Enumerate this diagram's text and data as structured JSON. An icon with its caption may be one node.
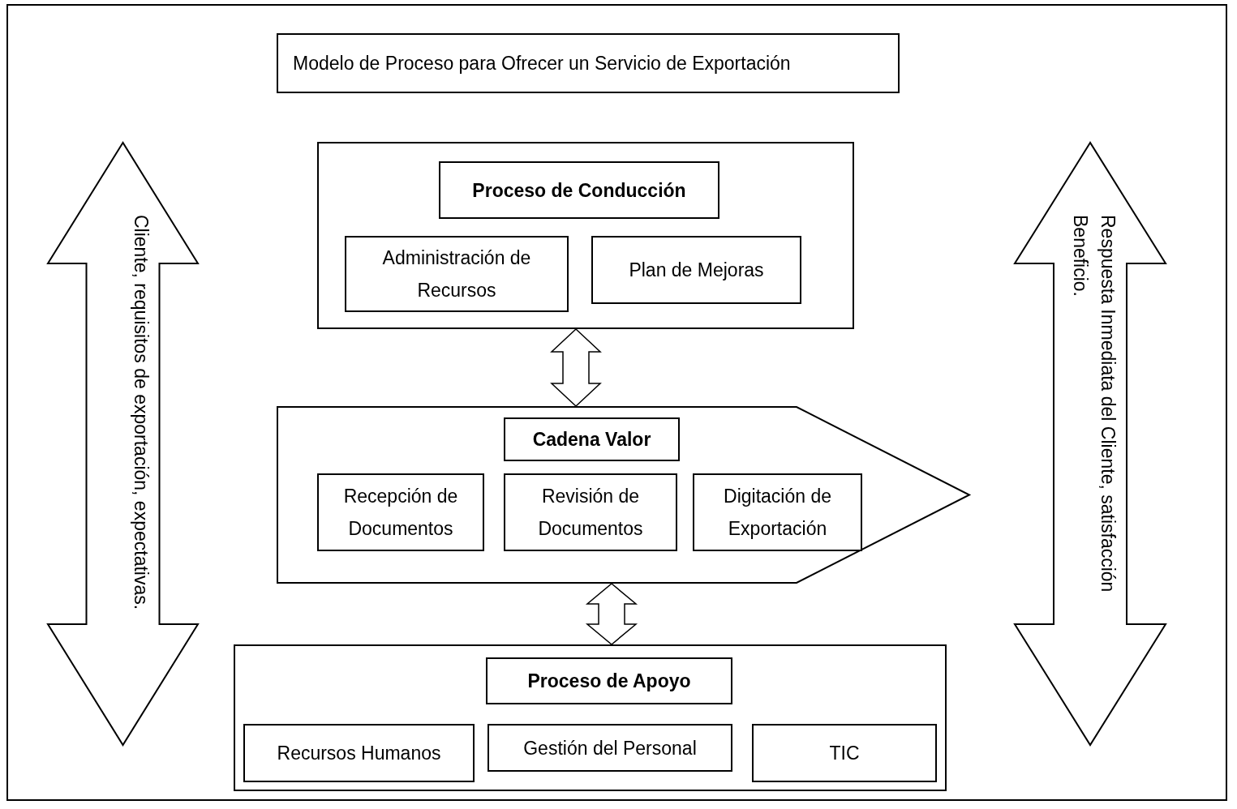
{
  "diagram": {
    "nodes": [
      {
        "text": [
          "Modelo de Proceso para Ofrecer un Servicio de Exportación"
        ]
      },
      {
        "text": [],
        "shape": "box"
      },
      {
        "text": [
          "Proceso de Conducción"
        ],
        "in": 1
      },
      {
        "text": [
          "Administración de Recursos"
        ],
        "in": 1
      },
      {
        "text": [
          "Plan de Mejoras"
        ],
        "in": 1
      },
      {
        "text": [],
        "shape": "chevron"
      },
      {
        "text": [
          "Cadena Valor"
        ],
        "in": 5
      },
      {
        "text": [
          "Recepción de Documentos"
        ],
        "in": 5
      },
      {
        "text": [
          "Revisión de Documentos"
        ],
        "in": 5
      },
      {
        "text": [
          "Digitación de Exportación"
        ],
        "in": 5
      },
      {
        "text": [],
        "shape": "box"
      },
      {
        "text": [
          "Proceso de Apoyo"
        ],
        "in": 10
      },
      {
        "text": [
          "Recursos Humanos"
        ],
        "in": 10
      },
      {
        "text": [
          "Gestión del Personal"
        ],
        "in": 10
      },
      {
        "text": [
          "TIC"
        ],
        "in": 10
      },
      {
        "text": [
          "Cliente, requisitos de exportación, expectativas."
        ]
      },
      {
        "text": [
          "Respuesta Inmediata del Cliente, satisfacción Beneficio."
        ]
      }
    ],
    "edges": [
      {
        "from": 1,
        "to": 5,
        "arrow": "both"
      },
      {
        "from": 5,
        "to": 10,
        "arrow": "both"
      }
    ]
  }
}
